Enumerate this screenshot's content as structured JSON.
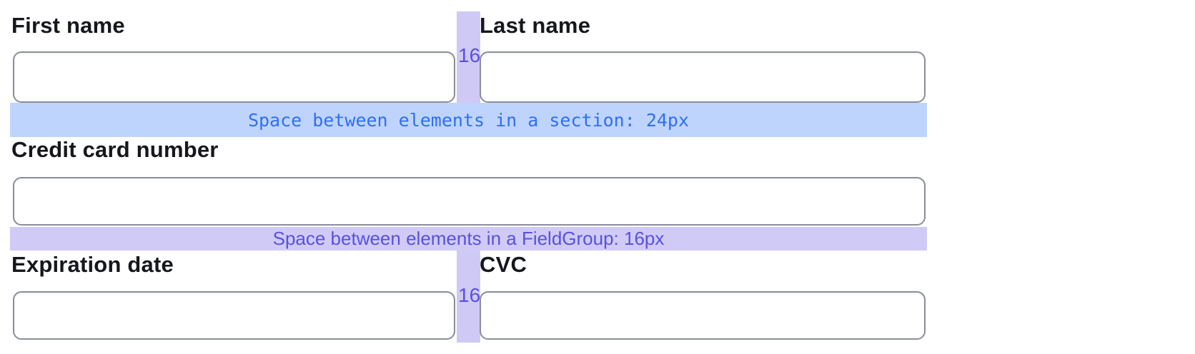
{
  "form": {
    "fields": [
      {
        "id": "first_name",
        "label": "First name",
        "value": ""
      },
      {
        "id": "last_name",
        "label": "Last name",
        "value": ""
      },
      {
        "id": "card_number",
        "label": "Credit card number",
        "value": ""
      },
      {
        "id": "expiration",
        "label": "Expiration date",
        "value": ""
      },
      {
        "id": "cvc",
        "label": "CVC",
        "value": ""
      }
    ]
  },
  "annotations": {
    "section_gap": {
      "label": "Space between elements in a section: 24px",
      "band_color": "#bfd4fc",
      "text_color": "#2e70f3"
    },
    "fieldgroup_gap": {
      "label": "Space between elements in a FieldGroup: 16px",
      "band_color": "#d0cbf6",
      "text_color": "#5a50e2"
    },
    "row1_gap": {
      "label": "16",
      "band_color": "#cfc9f5",
      "text_color": "#5a50e2"
    },
    "row2_gap": {
      "label": "16",
      "band_color": "#cfc9f5",
      "text_color": "#5a50e2"
    }
  },
  "colors": {
    "background": "#ffffff",
    "label_text": "#15171c",
    "input_border": "#8a8e98"
  }
}
